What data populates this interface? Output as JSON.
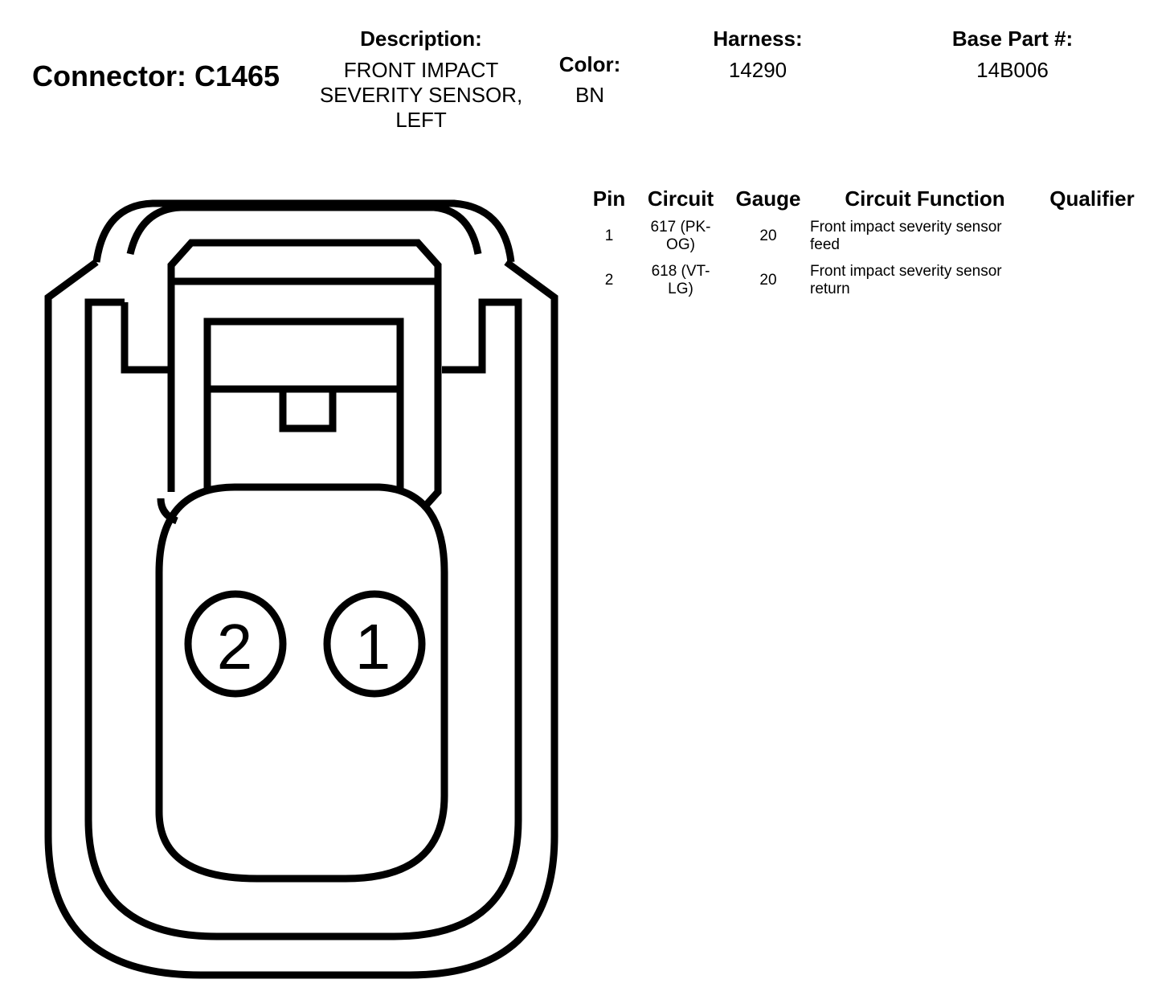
{
  "connector": {
    "label": "Connector: C1465",
    "description_header": "Description:",
    "description_lines": [
      "FRONT IMPACT",
      "SEVERITY SENSOR,",
      "LEFT"
    ],
    "color_header": "Color:",
    "color_value": "BN",
    "harness_header": "Harness:",
    "harness_value": "14290",
    "base_part_header": "Base Part #:",
    "base_part_value": "14B006"
  },
  "table": {
    "headers": {
      "pin": "Pin",
      "circuit": "Circuit",
      "gauge": "Gauge",
      "function": "Circuit Function",
      "qualifier": "Qualifier"
    },
    "rows": [
      {
        "pin": "1",
        "circuit_lines": [
          "617 (PK-",
          "OG)"
        ],
        "gauge": "20",
        "function_lines": [
          "Front impact severity sensor",
          "feed"
        ],
        "qualifier": ""
      },
      {
        "pin": "2",
        "circuit_lines": [
          "618 (VT-",
          "LG)"
        ],
        "gauge": "20",
        "function_lines": [
          "Front impact severity sensor",
          "return"
        ],
        "qualifier": ""
      }
    ]
  },
  "diagram": {
    "pin_labels": [
      "2",
      "1"
    ],
    "stroke_color": "#000000"
  }
}
